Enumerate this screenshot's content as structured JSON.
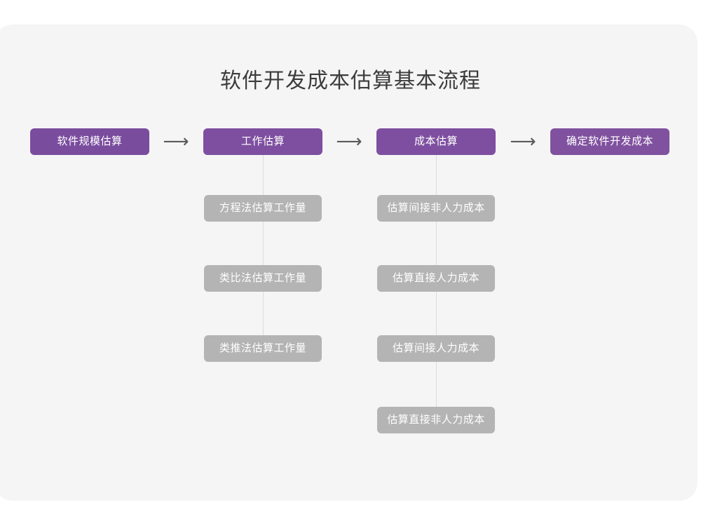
{
  "diagram": {
    "title": "软件开发成本估算基本流程",
    "arrow_glyph": "⟶",
    "colors": {
      "card_background": "#f5f5f5",
      "page_background": "#ffffff",
      "primary_box": "#7a4c9e",
      "sub_box": "#b4b4b4",
      "connector_line": "#dcdcdc",
      "title_text": "#3c3c3c",
      "box_text": "#ffffff",
      "arrow": "#5a5a5a"
    },
    "flow": {
      "steps": [
        {
          "id": "software-scale-estimation",
          "label": "软件规模估算",
          "substeps": []
        },
        {
          "id": "effort-estimation",
          "label": "工作估算",
          "substeps": [
            "方程法估算工作量",
            "类比法估算工作量",
            "类推法估算工作量"
          ]
        },
        {
          "id": "cost-estimation",
          "label": "成本估算",
          "substeps": [
            "估算间接非人力成本",
            "估算直接人力成本",
            "估算间接人力成本",
            "估算直接非人力成本"
          ]
        },
        {
          "id": "determine-development-cost",
          "label": "确定软件开发成本",
          "substeps": []
        }
      ],
      "arrows": [
        {
          "id": "arrow-1",
          "from": "软件规模估算",
          "to": "工作估算"
        },
        {
          "id": "arrow-2",
          "from": "工作估算",
          "to": "成本估算"
        },
        {
          "id": "arrow-3",
          "from": "成本估算",
          "to": "确定软件开发成本"
        }
      ]
    }
  }
}
